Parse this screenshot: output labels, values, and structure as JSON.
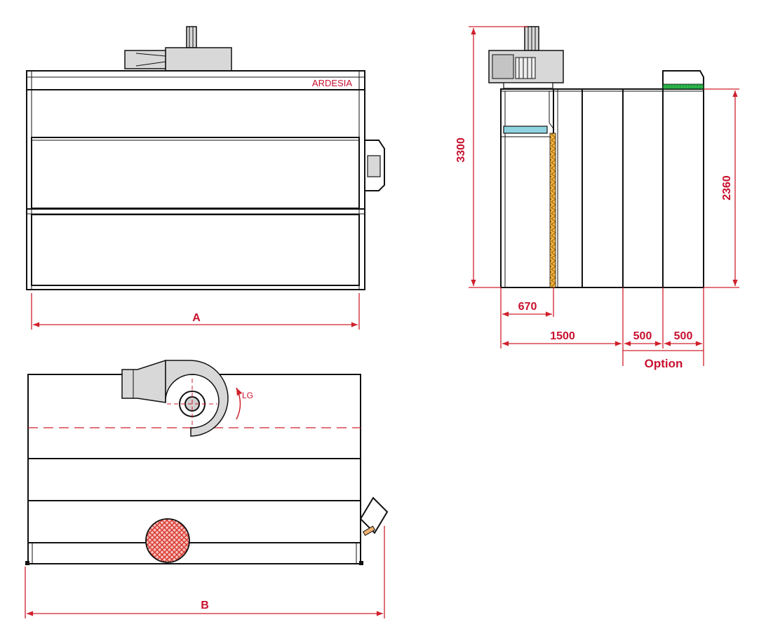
{
  "brand_label": "ARDESIA",
  "dimensions": {
    "front_width": "A",
    "plan_width": "B",
    "total_height": "3300",
    "cabin_height": "2360",
    "depth_670": "670",
    "depth_1500": "1500",
    "option_500_a": "500",
    "option_500_b": "500",
    "option_label": "Option"
  },
  "rotation_label": "LG",
  "colors": {
    "dimension": "#d0202c",
    "water_curtain": "#8fd3e0",
    "filter_strip": "#2bb84a",
    "baffle": "#e0a030",
    "hatch": "#e0453f",
    "metal_grey": "#d8d8d8"
  }
}
